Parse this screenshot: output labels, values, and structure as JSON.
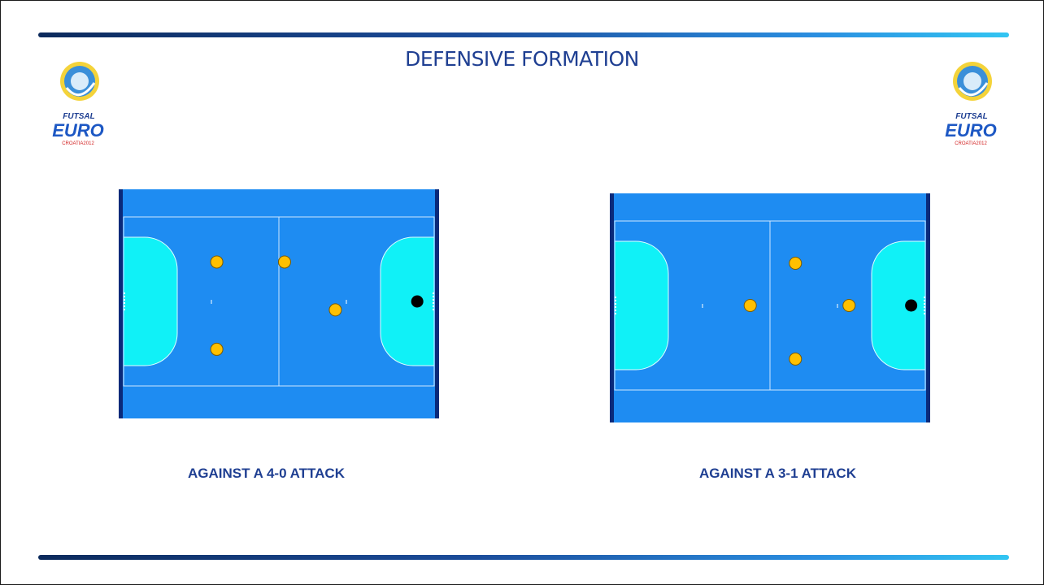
{
  "slide": {
    "title": "DEFENSIVE FORMATION",
    "colors": {
      "accent_dark": "#0c2a5c",
      "accent_light": "#32c5f2",
      "court": "#1e8cf2",
      "area": "#10f1f7",
      "player": "#ffc000",
      "ball": "#000000"
    }
  },
  "logo": {
    "line1": "FUTSAL",
    "line2": "EURO",
    "line3": "CROATIA2012",
    "emblem": "uefa-futsal-euro-logo"
  },
  "diagrams": [
    {
      "caption": "AGAINST A 4-0 ATTACK",
      "players": [
        {
          "role": "defender",
          "x": -2.2,
          "y": -1.4
        },
        {
          "role": "defender",
          "x": -2.2,
          "y": 1.7
        },
        {
          "role": "defender",
          "x": 0.2,
          "y": -1.4
        },
        {
          "role": "defender",
          "x": 2.0,
          "y": 0.3
        }
      ],
      "ball": {
        "x": 4.9,
        "y": 0.0
      }
    },
    {
      "caption": "AGAINST A 3-1 ATTACK",
      "players": [
        {
          "role": "defender",
          "x": -0.7,
          "y": 0.0
        },
        {
          "role": "defender",
          "x": 0.9,
          "y": -1.5
        },
        {
          "role": "defender",
          "x": 0.9,
          "y": 1.9
        },
        {
          "role": "defender",
          "x": 2.8,
          "y": 0.0
        }
      ],
      "ball": {
        "x": 5.0,
        "y": 0.0
      }
    }
  ]
}
